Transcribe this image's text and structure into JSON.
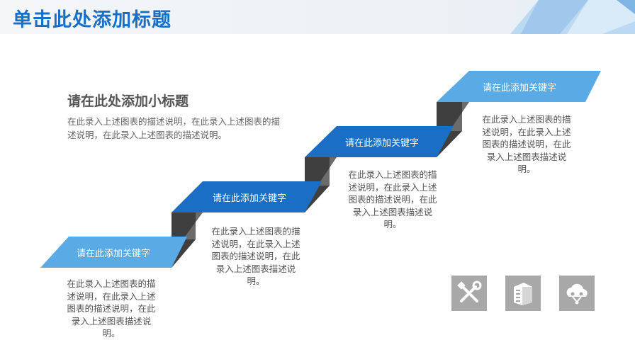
{
  "header": {
    "title": "单击此处添加标题"
  },
  "intro": {
    "subtitle": "请在此处添加小标题",
    "text": "在此录入上述图表的描述说明，在此录入上述图表的描述说明，在此录入上述图表的描述说明。"
  },
  "steps": [
    {
      "keyword": "请在此添加关键字",
      "desc": "在此录入上述图表的描述说明，在此录入上述图表的描述说明，在此录入上述图表描述说明。",
      "color": "#5aaae6"
    },
    {
      "keyword": "请在此添加关键字",
      "desc": "在此录入上述图表的描述说明，在此录入上述图表的描述说明，在此录入上述图表描述说明。",
      "color": "#1a6fc4"
    },
    {
      "keyword": "请在此添加关键字",
      "desc": "在此录入上述图表的描述说明，在此录入上述图表的描述说明，在此录入上述图表描述说明。",
      "color": "#1a6fc4"
    },
    {
      "keyword": "请在此添加关键字",
      "desc": "在此录入上述图表的描述说明，在此录入上述图表的描述说明，在此录入上述图表描述说明。",
      "color": "#5aaae6"
    }
  ],
  "icons": [
    "tools-icon",
    "building-icon",
    "cloud-network-icon"
  ],
  "colors": {
    "accent": "#1a6fc4",
    "light_accent": "#5aaae6",
    "riser": "#4a4a4a",
    "icon_bg": "#a8a8a8"
  }
}
